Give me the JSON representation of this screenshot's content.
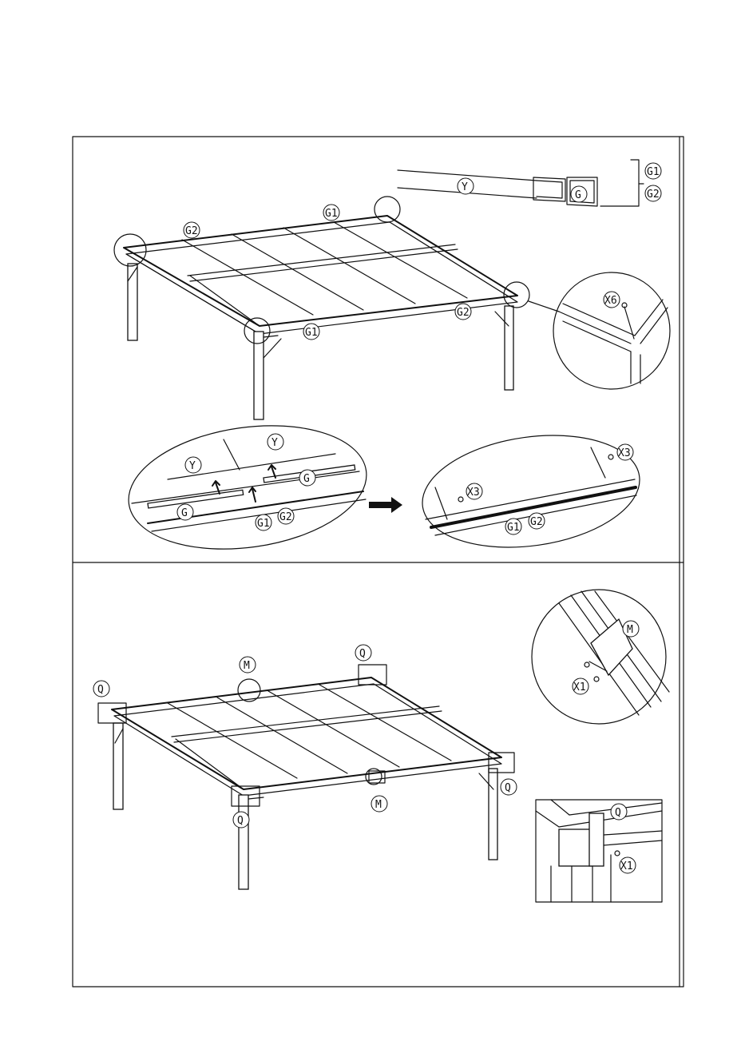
{
  "colors": {
    "ink": "#111111",
    "paper": "#ffffff"
  },
  "step1": {
    "callout_top": {
      "y": "Y",
      "g": "G",
      "g1": "G1",
      "g2": "G2"
    },
    "gazebo": {
      "g1_back": "G1",
      "g2_left": "G2",
      "g2_front": "G2",
      "g1_front": "G1"
    },
    "detail_x6": {
      "screw": "X6"
    },
    "detail_slide": {
      "y_top": "Y",
      "y_left": "Y",
      "g_right": "G",
      "g_left": "G",
      "g1": "G1",
      "g2": "G2"
    },
    "detail_fixed": {
      "x3_left": "X3",
      "x3_right": "X3",
      "g1": "G1",
      "g2": "G2"
    },
    "icons": [
      "arrow-right-icon",
      "arrow-up-icon"
    ]
  },
  "step2": {
    "gazebo": {
      "q_left": "Q",
      "m_back": "M",
      "q_back": "Q",
      "q_right": "Q",
      "q_front": "Q",
      "m_front": "M"
    },
    "detail_m": {
      "m": "M",
      "x1": "X1"
    },
    "detail_q": {
      "q": "Q",
      "x1": "X1"
    }
  }
}
